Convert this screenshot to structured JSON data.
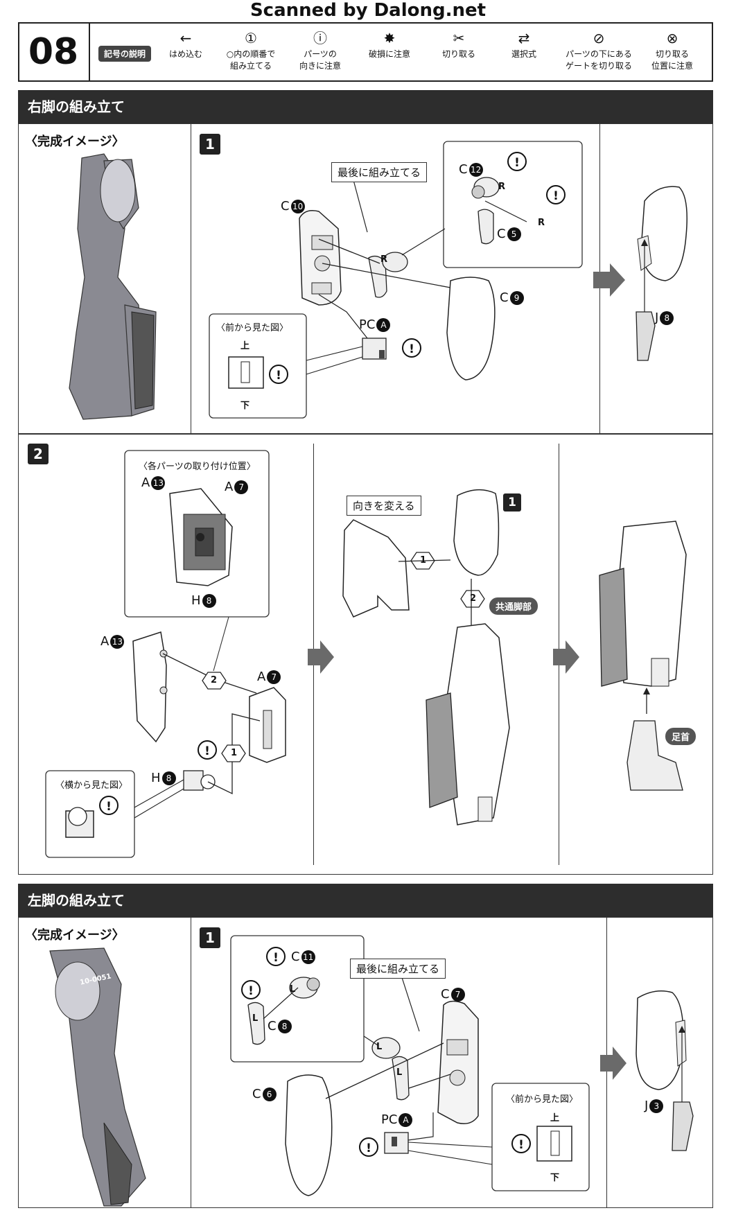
{
  "scan_credit": "Scanned by Dalong.net",
  "step_number": "08",
  "legend": {
    "title": "記号の説明",
    "items": [
      {
        "icon": "arrow-left-icon",
        "glyph": "←",
        "text": [
          "はめ込む"
        ]
      },
      {
        "icon": "circled-number-icon",
        "glyph": "①",
        "text": [
          "○内の順番で",
          "組み立てる"
        ]
      },
      {
        "icon": "exclamation-icon",
        "glyph": "ⓘ",
        "text": [
          "パーツの",
          "向きに注意"
        ]
      },
      {
        "icon": "breakage-icon",
        "glyph": "✸",
        "text": [
          "破損に注意"
        ]
      },
      {
        "icon": "cutter-icon",
        "glyph": "✂",
        "text": [
          "切り取る"
        ]
      },
      {
        "icon": "select-arrows-icon",
        "glyph": "⇄",
        "text": [
          "選択式"
        ]
      },
      {
        "icon": "gate-cut-icon",
        "glyph": "⊘",
        "text": [
          "パーツの下にある",
          "ゲートを切り取る"
        ]
      },
      {
        "icon": "cut-position-icon",
        "glyph": "⊗",
        "text": [
          "切り取る",
          "位置に注意"
        ]
      }
    ]
  },
  "right_leg": {
    "header": "右脚の組み立て",
    "complete_image_label": "〈完成イメージ〉",
    "step1": {
      "badge": "1",
      "callout_last": "最後に組み立てる",
      "front_view": {
        "title": "〈前から見た図〉",
        "top": "上",
        "bottom": "下"
      },
      "parts": [
        {
          "letter": "C",
          "num": "10"
        },
        {
          "letter": "C",
          "num": "12"
        },
        {
          "letter": "C",
          "num": "5"
        },
        {
          "letter": "C",
          "num": "9"
        },
        {
          "letter": "PC",
          "num": "A"
        },
        {
          "letter": "J",
          "num": "8"
        }
      ],
      "stamp": "R"
    },
    "step2": {
      "badge": "2",
      "positions_title": "〈各パーツの取り付け位置〉",
      "side_view": "〈横から見た図〉",
      "callout_turn": "向きを変える",
      "tag_common_leg": "共通脚部",
      "tag_ankle": "足首",
      "step_ref": "1",
      "parts": [
        {
          "letter": "A",
          "num": "13"
        },
        {
          "letter": "A",
          "num": "7"
        },
        {
          "letter": "H",
          "num": "8"
        }
      ],
      "order": [
        "1",
        "2"
      ]
    }
  },
  "left_leg": {
    "header": "左脚の組み立て",
    "complete_image_label": "〈完成イメージ〉",
    "model_mark": "10-0051",
    "step1": {
      "badge": "1",
      "callout_last": "最後に組み立てる",
      "front_view": {
        "title": "〈前から見た図〉",
        "top": "上",
        "bottom": "下"
      },
      "parts": [
        {
          "letter": "C",
          "num": "11"
        },
        {
          "letter": "C",
          "num": "8"
        },
        {
          "letter": "C",
          "num": "7"
        },
        {
          "letter": "C",
          "num": "6"
        },
        {
          "letter": "PC",
          "num": "A"
        },
        {
          "letter": "J",
          "num": "3"
        }
      ],
      "stamp": "L"
    }
  },
  "colors": {
    "header_bg": "#2d2d2d",
    "arrow_gray": "#6a6a6a",
    "pill_gray": "#555555"
  }
}
